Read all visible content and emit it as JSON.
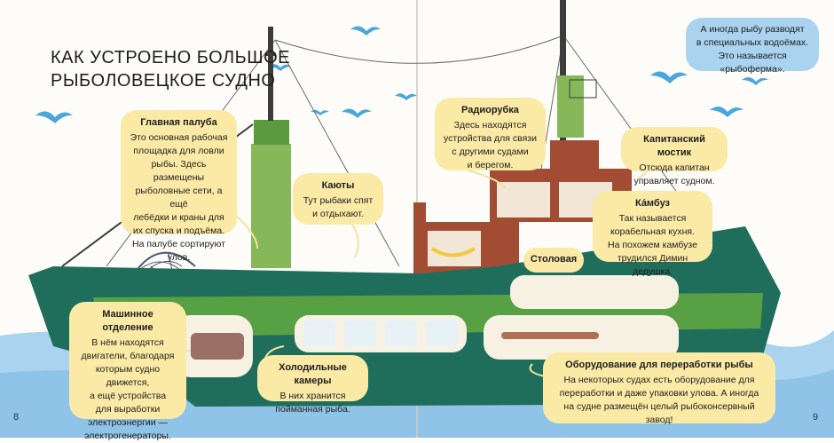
{
  "title": "КАК УСТРОЕНО БОЛЬШОЕ\nРЫБОЛОВЕЦКОЕ СУДНО",
  "fish_farm_note": "А иногда рыбу разводят\nв специальных водоёмах.\nЭто называется «рыбоферма».",
  "callouts": {
    "main_deck": {
      "heading": "Главная палуба",
      "text": "Это основная рабочая\nплощадка для ловли\nрыбы. Здесь размещены\nрыболовные сети, а ещё\nлебёдки и краны для\nих спуска и подъёма.\nНа палубе сортируют\nулов."
    },
    "cabins": {
      "heading": "Каюты",
      "text": "Тут рыбаки спят\nи отдыхают."
    },
    "radio_room": {
      "heading": "Радиорубка",
      "text": "Здесь находятся\nустройства для связи\nс другими судами\nи берегом."
    },
    "bridge": {
      "heading": "Капитанский мостик",
      "text": "Отсюда капитан\nуправляет судном."
    },
    "galley": {
      "heading": "Ка́мбуз",
      "text": "Так называется\nкорабельная кухня.\nНа похожем камбузе\nтрудился Димин дедушка."
    },
    "mess": {
      "heading": "Столовая"
    },
    "engine_room": {
      "heading": "Машинное отделение",
      "text": "В нём находятся\nдвигатели, благодаря\nкоторым судно движется,\nа ещё устройства\nдля выработки\nэлектроэнергии —\nэлектрогенераторы."
    },
    "freezers": {
      "heading": "Холодильные камеры",
      "text": "В них хранится\nпойманная рыба."
    },
    "processing": {
      "heading": "Оборудование для переработки рыбы",
      "text": "На некоторых судах есть оборудование для\nпереработки и даже упаковки улова. А иногда\nна судне размещён целый рыбоконсервный завод!"
    }
  },
  "page_numbers": {
    "left": "8",
    "right": "9"
  },
  "colors": {
    "hull_dark": "#1f6e5c",
    "hull_green": "#57a043",
    "superstructure": "#a24c34",
    "mast_green": "#86b85a",
    "bubble": "#fbeaa6",
    "bubble_blue": "#a9d3ef",
    "sea": "#a9d3ef"
  }
}
